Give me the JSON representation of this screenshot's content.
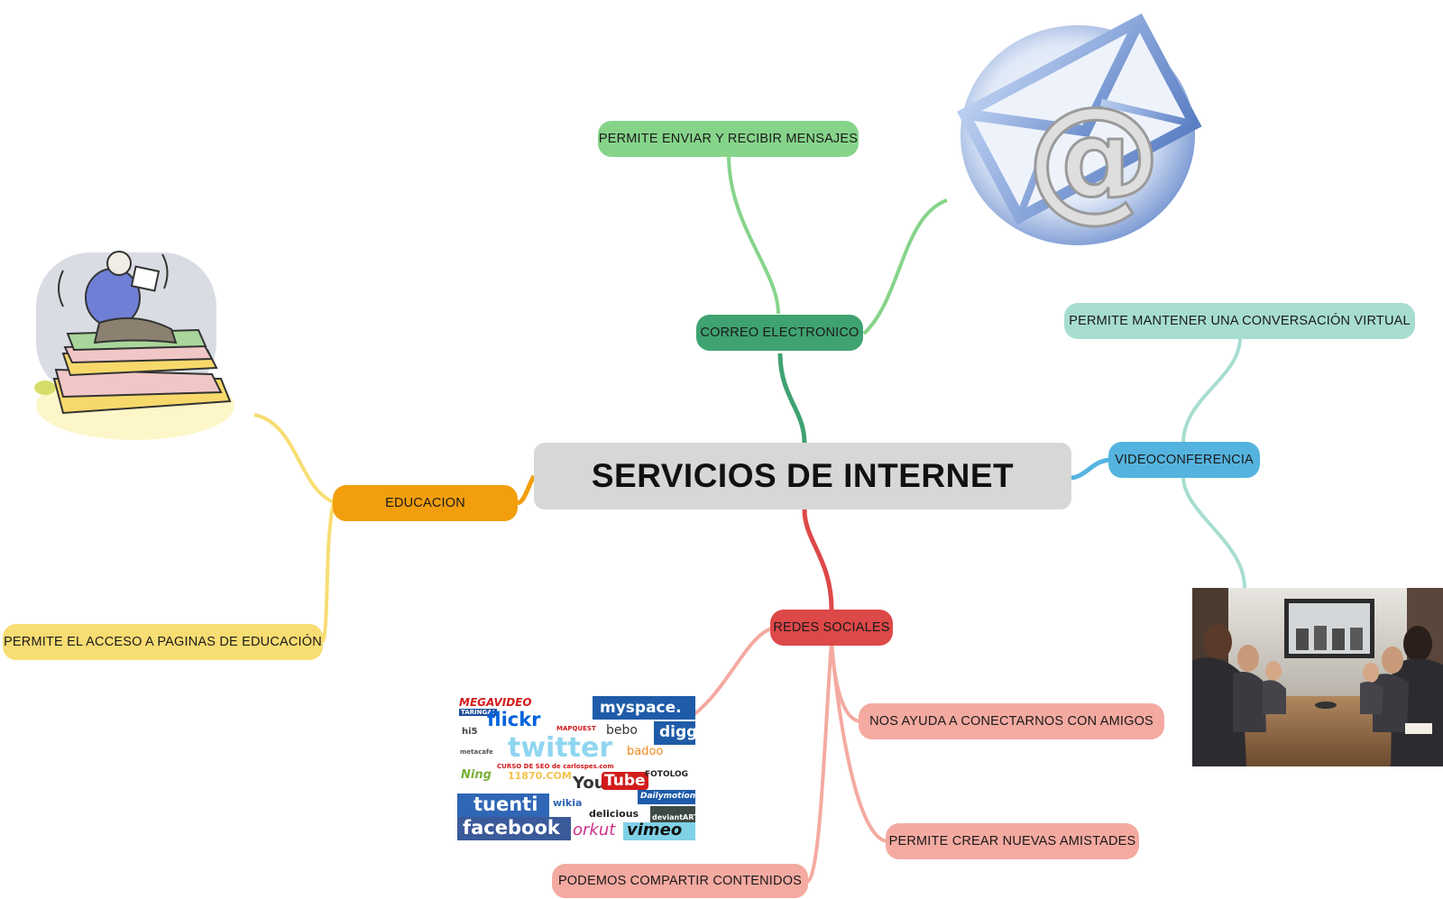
{
  "central": {
    "label": "SERVICIOS DE INTERNET"
  },
  "branches": {
    "correo": {
      "label": "CORREO ELECTRONICO",
      "color": "#3fa271",
      "note": "PERMITE ENVIAR Y RECIBIR MENSAJES",
      "note_color": "#86d48a"
    },
    "educacion": {
      "label": "EDUCACION",
      "color": "#f29e0d",
      "note": "PERMITE EL ACCESO A PAGINAS DE EDUCACIÓN",
      "note_color": "#f8dd73"
    },
    "video": {
      "label": "VIDEOCONFERENCIA",
      "color": "#55b4df",
      "note": "PERMITE MANTENER UNA CONVERSACIÓN VIRTUAL",
      "note_color": "#a7ddd0"
    },
    "redes": {
      "label": "REDES SOCIALES",
      "color": "#dd4848",
      "notes": [
        "NOS AYUDA A CONECTARNOS CON AMIGOS",
        "PERMITE CREAR NUEVAS AMISTADES",
        "PODEMOS COMPARTIR CONTENIDOS"
      ],
      "note_color": "#f4aaa1"
    }
  },
  "social_logos": {
    "megavideo": "MEGAVIDEO",
    "taringa": "TARINGA!",
    "flickr": "flickr",
    "myspace": "myspace.",
    "mapquest": "MAPQUEST",
    "bebo": "bebo",
    "digg": "digg",
    "hi5": "hi5",
    "twitter": "twitter",
    "metacafe": "metacafe",
    "badoo": "badoo",
    "seo": "CURSO DE SEO de carlospes.com",
    "ning": "Ning",
    "n11870": "11870.COM",
    "youtube_you": "You",
    "youtube_tube": "Tube",
    "fotolog": "FOTOLOG",
    "tuenti": "tuenti",
    "wikia": "wikia",
    "dailymotion": "Dailymotion",
    "delicious": "delicious",
    "deviantart": "deviantART",
    "facebook": "facebook",
    "orkut": "orkut",
    "vimeo": "vimeo"
  },
  "icons": {
    "email": "email-envelope-at-icon",
    "student": "student-on-books-icon",
    "meeting": "videoconference-meeting-photo",
    "social": "social-networks-logo-collage"
  }
}
